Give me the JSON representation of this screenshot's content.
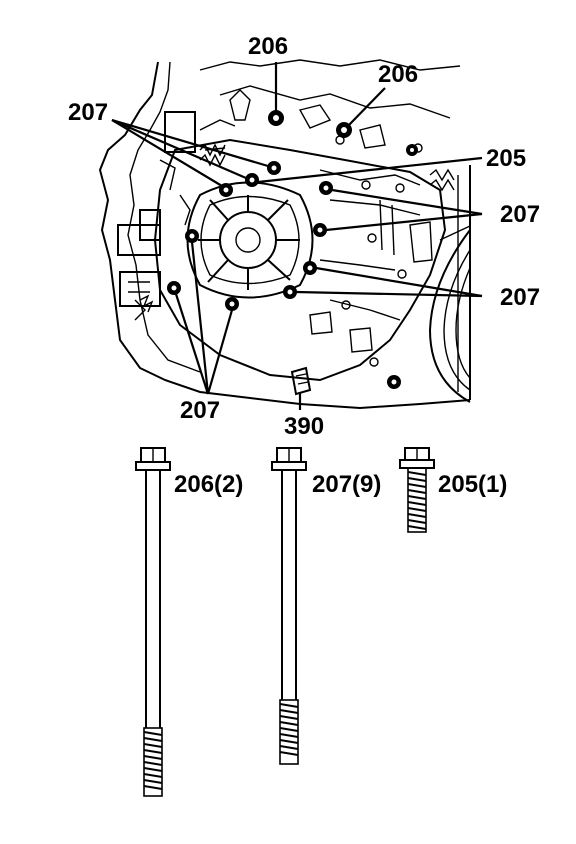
{
  "callouts": {
    "c206_top": "206",
    "c206_right": "206",
    "c207_topleft": "207",
    "c205": "205",
    "c207_right_upper": "207",
    "c207_right_lower": "207",
    "c207_bottom": "207",
    "c390": "390"
  },
  "bolts": {
    "b206": "206(2)",
    "b207": "207(9)",
    "b205": "205(1)"
  },
  "colors": {
    "ink": "#000000",
    "paper": "#ffffff"
  }
}
